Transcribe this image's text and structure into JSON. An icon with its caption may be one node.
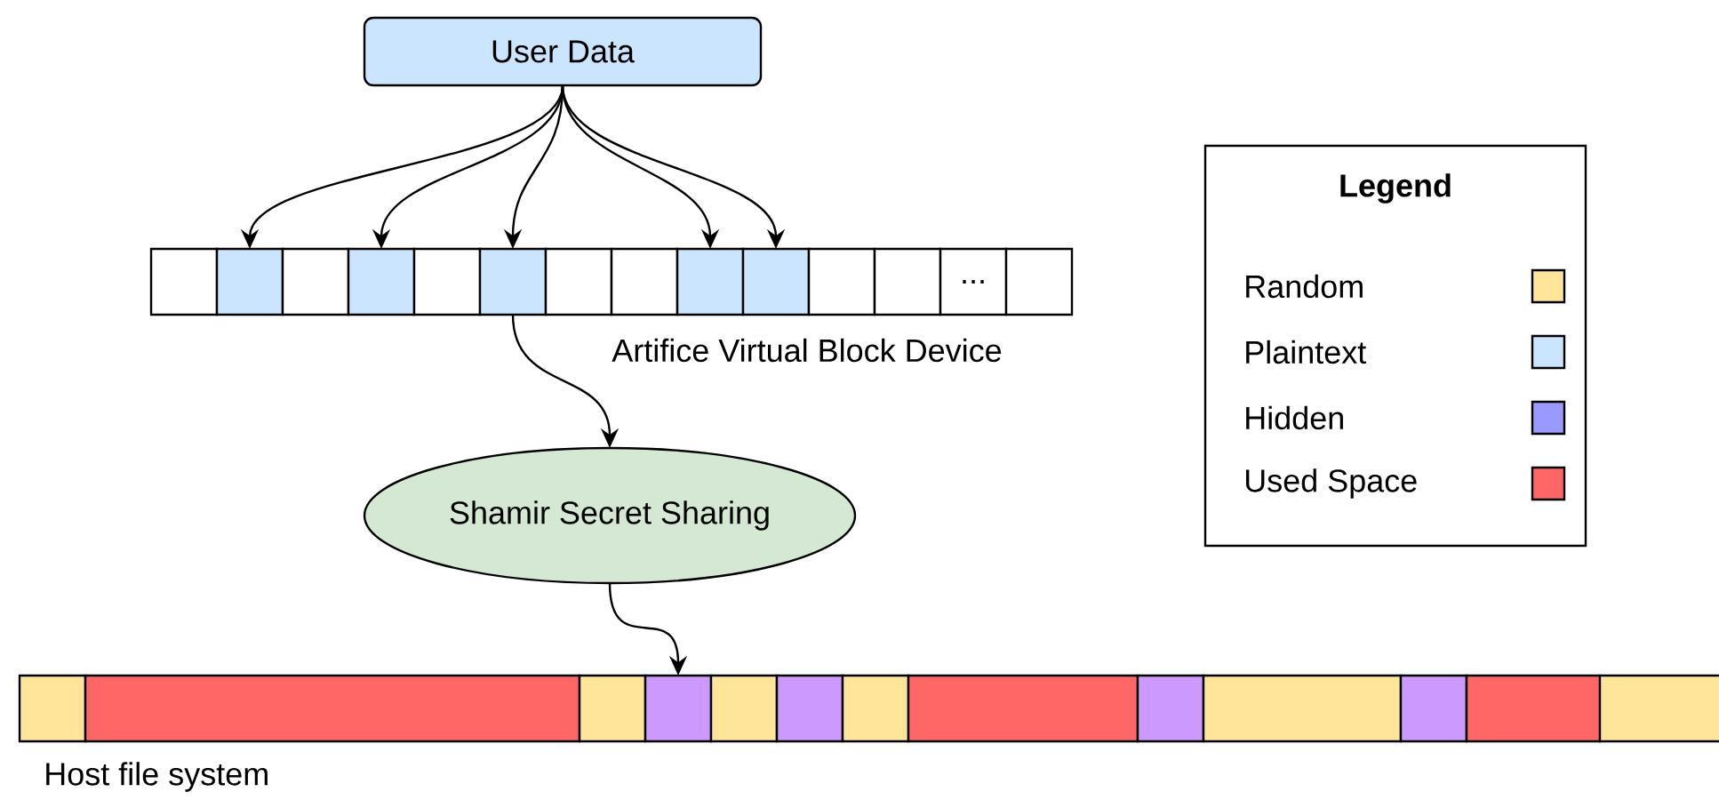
{
  "diagram": {
    "nodes": [
      {
        "text": [
          "User Data"
        ]
      },
      {
        "text": [],
        "shape": "box"
      },
      {
        "text": [],
        "shape": "box"
      },
      {
        "text": [],
        "shape": "box"
      },
      {
        "text": [],
        "shape": "box"
      },
      {
        "text": [],
        "shape": "box"
      },
      {
        "text": [],
        "shape": "box"
      },
      {
        "text": [],
        "shape": "box"
      },
      {
        "text": [],
        "shape": "box"
      },
      {
        "text": [],
        "shape": "box"
      },
      {
        "text": [],
        "shape": "box"
      },
      {
        "text": [],
        "shape": "box"
      },
      {
        "text": [],
        "shape": "box"
      },
      {
        "text": [
          "..."
        ]
      },
      {
        "text": [],
        "shape": "box"
      },
      {
        "text": [
          "Shamir Secret Sharing"
        ]
      },
      {
        "text": [],
        "shape": "box"
      },
      {
        "text": [],
        "shape": "box"
      },
      {
        "text": [],
        "shape": "box"
      },
      {
        "text": [],
        "shape": "box"
      },
      {
        "text": [],
        "shape": "box"
      },
      {
        "text": [],
        "shape": "box"
      },
      {
        "text": [],
        "shape": "box"
      },
      {
        "text": [],
        "shape": "box"
      },
      {
        "text": [],
        "shape": "box"
      },
      {
        "text": [],
        "shape": "box"
      },
      {
        "text": [],
        "shape": "box"
      },
      {
        "text": [],
        "shape": "box"
      },
      {
        "text": [],
        "shape": "box"
      }
    ],
    "edges": [
      {
        "from": 0,
        "to": 2,
        "arrow": "to"
      },
      {
        "from": 0,
        "to": 4,
        "arrow": "to"
      },
      {
        "from": 0,
        "to": 6,
        "arrow": "to"
      },
      {
        "from": 0,
        "to": 9,
        "arrow": "to"
      },
      {
        "from": 0,
        "to": 10,
        "arrow": "to"
      },
      {
        "from": 6,
        "to": 15,
        "arrow": "to"
      },
      {
        "from": 15,
        "to": 19,
        "arrow": "to"
      }
    ],
    "labels": [
      "Legend",
      "Artifice Virtual Block Device",
      "Host file system"
    ],
    "legend": [
      {
        "text": "Random",
        "color": "#ffe599"
      },
      {
        "text": "Plaintext",
        "color": "#cce5ff"
      },
      {
        "text": "Hidden",
        "color": "#9999ff"
      },
      {
        "text": "Used Space",
        "color": "#ff6666"
      }
    ]
  }
}
